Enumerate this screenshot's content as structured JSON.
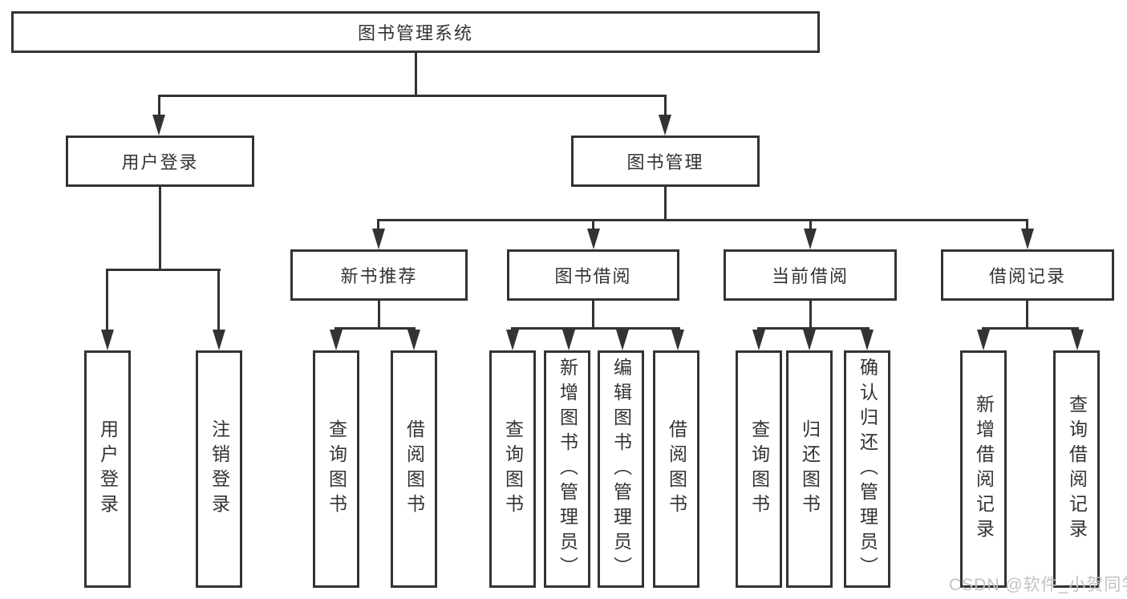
{
  "tree": {
    "root": {
      "label": "图书管理系统",
      "children": [
        {
          "label": "用户登录",
          "children": [
            {
              "label": "用户登录"
            },
            {
              "label": "注销登录"
            }
          ]
        },
        {
          "label": "图书管理",
          "children": [
            {
              "label": "新书推荐",
              "children": [
                {
                  "label": "查询图书"
                },
                {
                  "label": "借阅图书"
                }
              ]
            },
            {
              "label": "图书借阅",
              "children": [
                {
                  "label": "查询图书"
                },
                {
                  "label": "新增图书（管理员）"
                },
                {
                  "label": "编辑图书（管理员）"
                },
                {
                  "label": "借阅图书"
                }
              ]
            },
            {
              "label": "当前借阅",
              "children": [
                {
                  "label": "查询图书"
                },
                {
                  "label": "归还图书"
                },
                {
                  "label": "确认归还（管理员）"
                }
              ]
            },
            {
              "label": "借阅记录",
              "children": [
                {
                  "label": "新增借阅记录"
                },
                {
                  "label": "查询借阅记录"
                }
              ]
            }
          ]
        }
      ]
    }
  },
  "watermark": {
    "text": "CSDN @软件_小贺同学",
    "color": "#c2c2c2"
  },
  "style": {
    "line_color": "#333333",
    "box_background": "#ffffff",
    "text_color": "#333333"
  }
}
